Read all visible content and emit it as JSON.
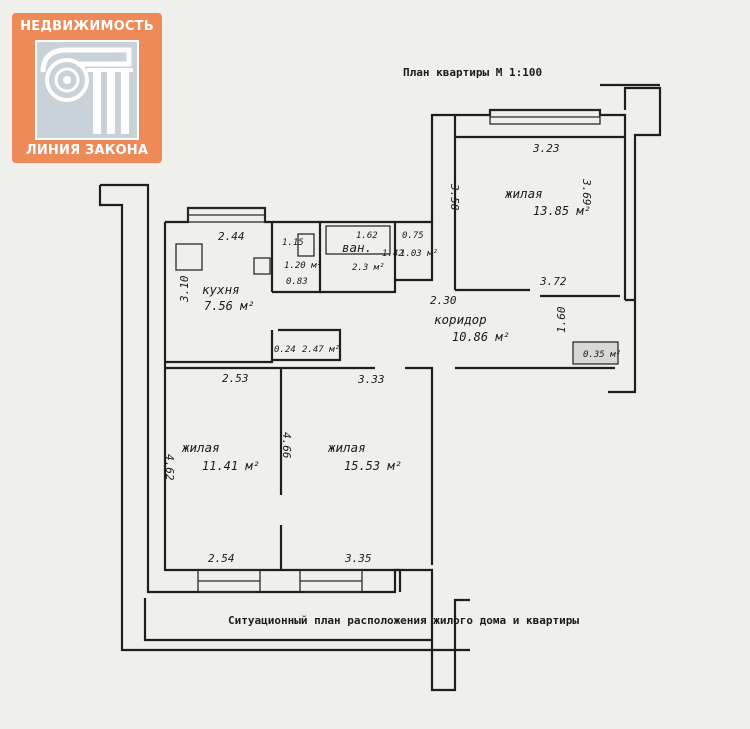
{
  "logo": {
    "top_text": "НЕДВИЖИМОСТЬ",
    "bottom_text": "ЛИНИЯ ЗАКОНА",
    "emblem": "ionic-column-icon",
    "color": "#ee8a57"
  },
  "plan": {
    "title": "План квартиры М 1:100",
    "footer": "Ситуационный план расположения жилого дома и квартиры",
    "rooms": {
      "living_ne": {
        "name": "жилая",
        "area": "13.85 м²",
        "dim_top": "3.23",
        "dim_left": "3.58",
        "dim_right": "3.69",
        "dim_bottom": "3.72"
      },
      "kitchen": {
        "name": "кухня",
        "area": "7.56 м²",
        "dim_top": "2.44",
        "dim_side": "3.10"
      },
      "wc": {
        "dim_a": "1.15",
        "area": "1.20 м²",
        "dim_b": "0.83"
      },
      "bath": {
        "name": "ван.",
        "dim_top": "1.62",
        "area": "2.3 м²",
        "dim_side": "1.42"
      },
      "closet": {
        "dim_top": "0.75",
        "area": "1.03 м²"
      },
      "corridor": {
        "name": "коридор",
        "area": "10.86 м²",
        "dim_top": "2.30",
        "dim_side": "1.60"
      },
      "small_store": {
        "dim": "0.24",
        "area": "2.47 м²"
      },
      "store_e": {
        "area": "0.35 м²"
      },
      "living_sw": {
        "name": "жилая",
        "area": "11.41 м²",
        "dim_top": "2.53",
        "dim_side": "4.62",
        "dim_bottom": "2.54"
      },
      "living_s": {
        "name": "жилая",
        "area": "15.53 м²",
        "dim_top": "3.33",
        "dim_side": "4.66",
        "dim_bottom": "3.35"
      }
    }
  }
}
